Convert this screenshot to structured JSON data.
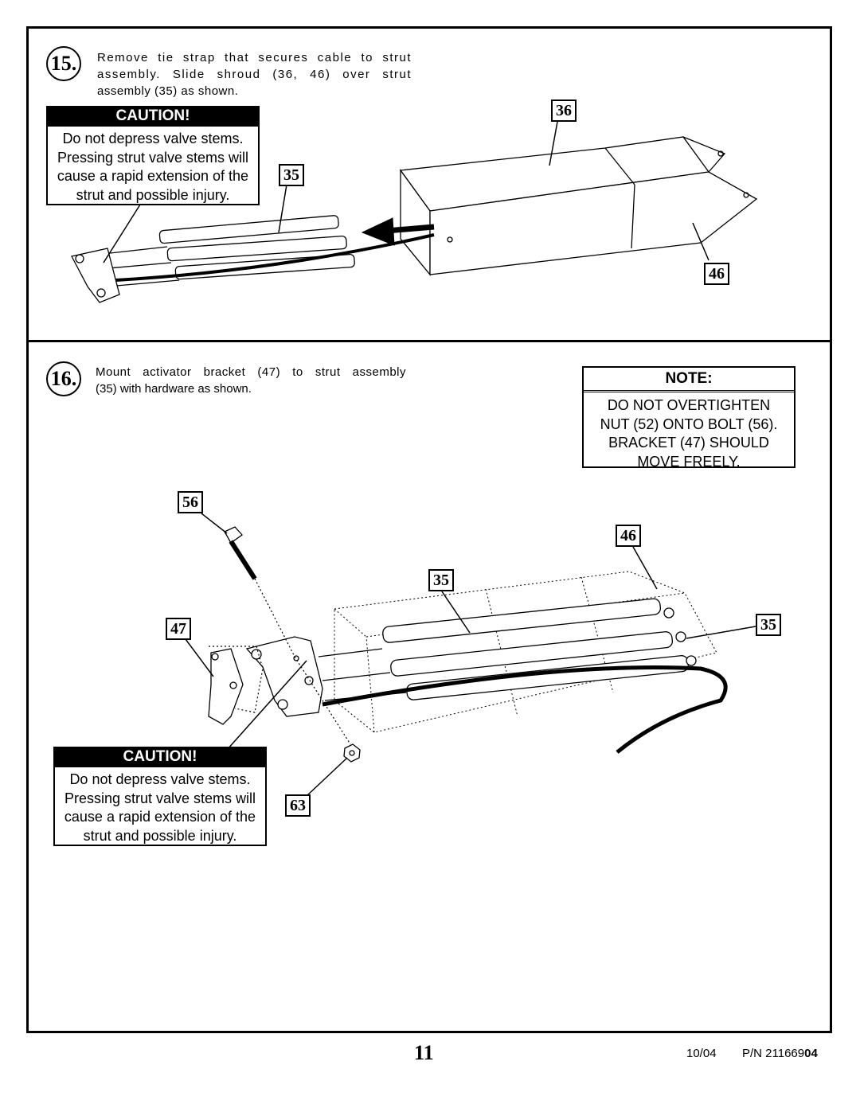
{
  "step15": {
    "number": "15.",
    "instruction_lines": [
      "Remove tie strap that secures cable to strut",
      "assembly. Slide shroud (36, 46) over strut",
      "assembly (35) as shown."
    ],
    "caution": {
      "header": "CAUTION!",
      "lines": [
        "Do not depress valve stems.",
        "Pressing strut valve stems will",
        "cause a rapid extension of the",
        "strut and possible injury."
      ]
    },
    "callouts": [
      "36",
      "35",
      "46"
    ]
  },
  "step16": {
    "number": "16.",
    "instruction_lines": [
      "Mount activator bracket (47) to strut assembly",
      "(35) with hardware as shown."
    ],
    "note": {
      "header": "NOTE:",
      "lines": [
        "DO NOT OVERTIGHTEN",
        "NUT (52) ONTO BOLT (56).",
        "BRACKET (47) SHOULD",
        "MOVE FREELY."
      ]
    },
    "caution": {
      "header": "CAUTION!",
      "lines": [
        "Do not depress valve stems.",
        "Pressing strut valve stems will",
        "cause a rapid extension of the",
        "strut and possible injury."
      ]
    },
    "callouts": [
      "56",
      "46",
      "35",
      "47",
      "35",
      "63"
    ]
  },
  "footer": {
    "page_number": "11",
    "date": "10/04",
    "part_number_prefix": "P/N 211669",
    "part_number_suffix": "04"
  }
}
